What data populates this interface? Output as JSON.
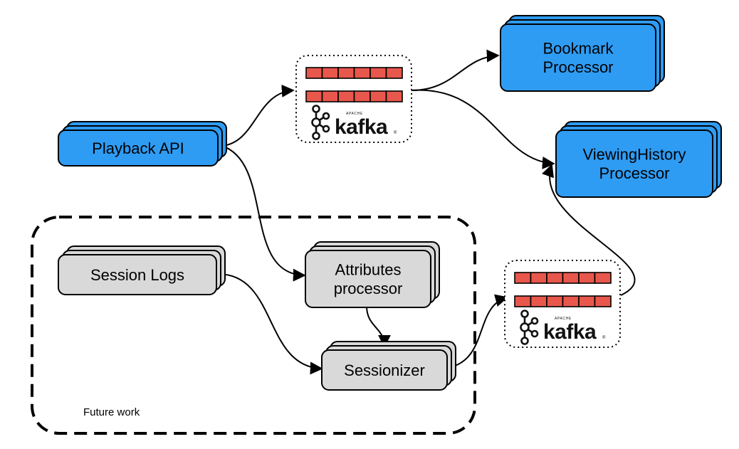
{
  "colors": {
    "service": "#2f9cf4",
    "work": "#d9d9d9",
    "queue_cell": "#e8574b",
    "stroke": "#000000"
  },
  "nodes": {
    "playback_api": {
      "lines": [
        "Playback API"
      ]
    },
    "bookmark": {
      "lines": [
        "Bookmark",
        "Processor"
      ]
    },
    "viewing_history": {
      "lines": [
        "ViewingHistory",
        "Processor"
      ]
    },
    "session_logs": {
      "lines": [
        "Session Logs"
      ]
    },
    "attributes": {
      "lines": [
        "Attributes",
        "processor"
      ]
    },
    "sessionizer": {
      "lines": [
        "Sessionizer"
      ]
    }
  },
  "kafka": {
    "top": {
      "brand": "kafka",
      "apache": "APACHE",
      "reg": "®"
    },
    "bottom": {
      "brand": "kafka",
      "apache": "APACHE",
      "reg": "®"
    }
  },
  "future_work": {
    "label": "Future work"
  },
  "icons": {
    "kafka_logo": "kafka-logo-icon",
    "queue": "message-queue-icon"
  }
}
